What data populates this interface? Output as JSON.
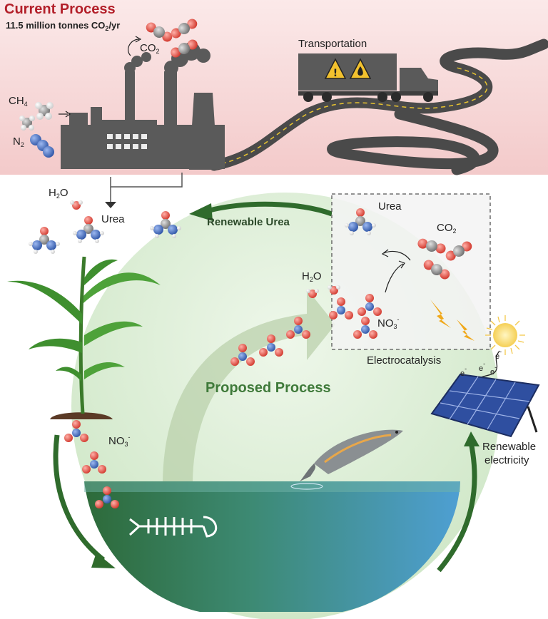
{
  "header": {
    "title": "Current Process",
    "subtitle_main": "11.5 million tonnes CO",
    "subtitle_sub": "2",
    "subtitle_tail": "/yr"
  },
  "labels": {
    "ch4": {
      "main": "CH",
      "sub": "4"
    },
    "n2": {
      "main": "N",
      "sub": "2"
    },
    "co2_factory": {
      "main": "CO",
      "sub": "2"
    },
    "transportation": "Transportation",
    "h2o_top": {
      "main": "H",
      "sub": "2",
      "tail": "O"
    },
    "urea_left": "Urea",
    "renewable_urea": "Renewable Urea",
    "urea_box": "Urea",
    "co2_box": {
      "main": "CO",
      "sub": "2"
    },
    "h2o_box": {
      "main": "H",
      "sub": "2",
      "tail": "O"
    },
    "no3_box": {
      "main": "NO",
      "sub": "3",
      "sup": "-"
    },
    "electrocatalysis": "Electrocatalysis",
    "proposed_process": "Proposed Process",
    "no3_left": {
      "main": "NO",
      "sub": "3",
      "sup": "-"
    },
    "renewable_electricity_1": "Renewable",
    "renewable_electricity_2": "electricity",
    "electron": "e"
  },
  "colors": {
    "title_red": "#b3202a",
    "pink_band": "#f6d9da",
    "factory_grey": "#555555",
    "green_circle": "#dcefd6",
    "dark_green": "#2f6b2c",
    "water_blue": "#4a9cc9",
    "atom_red": "#e0453a",
    "atom_blue": "#3f66b5",
    "atom_grey": "#8a8a8a"
  },
  "icons": [
    "warning-icon",
    "flammable-icon",
    "sun-icon",
    "lightning-icon",
    "solar-panel-icon",
    "fish-icon",
    "fish-skeleton-icon",
    "corn-plant-icon",
    "truck-icon",
    "factory-icon"
  ]
}
